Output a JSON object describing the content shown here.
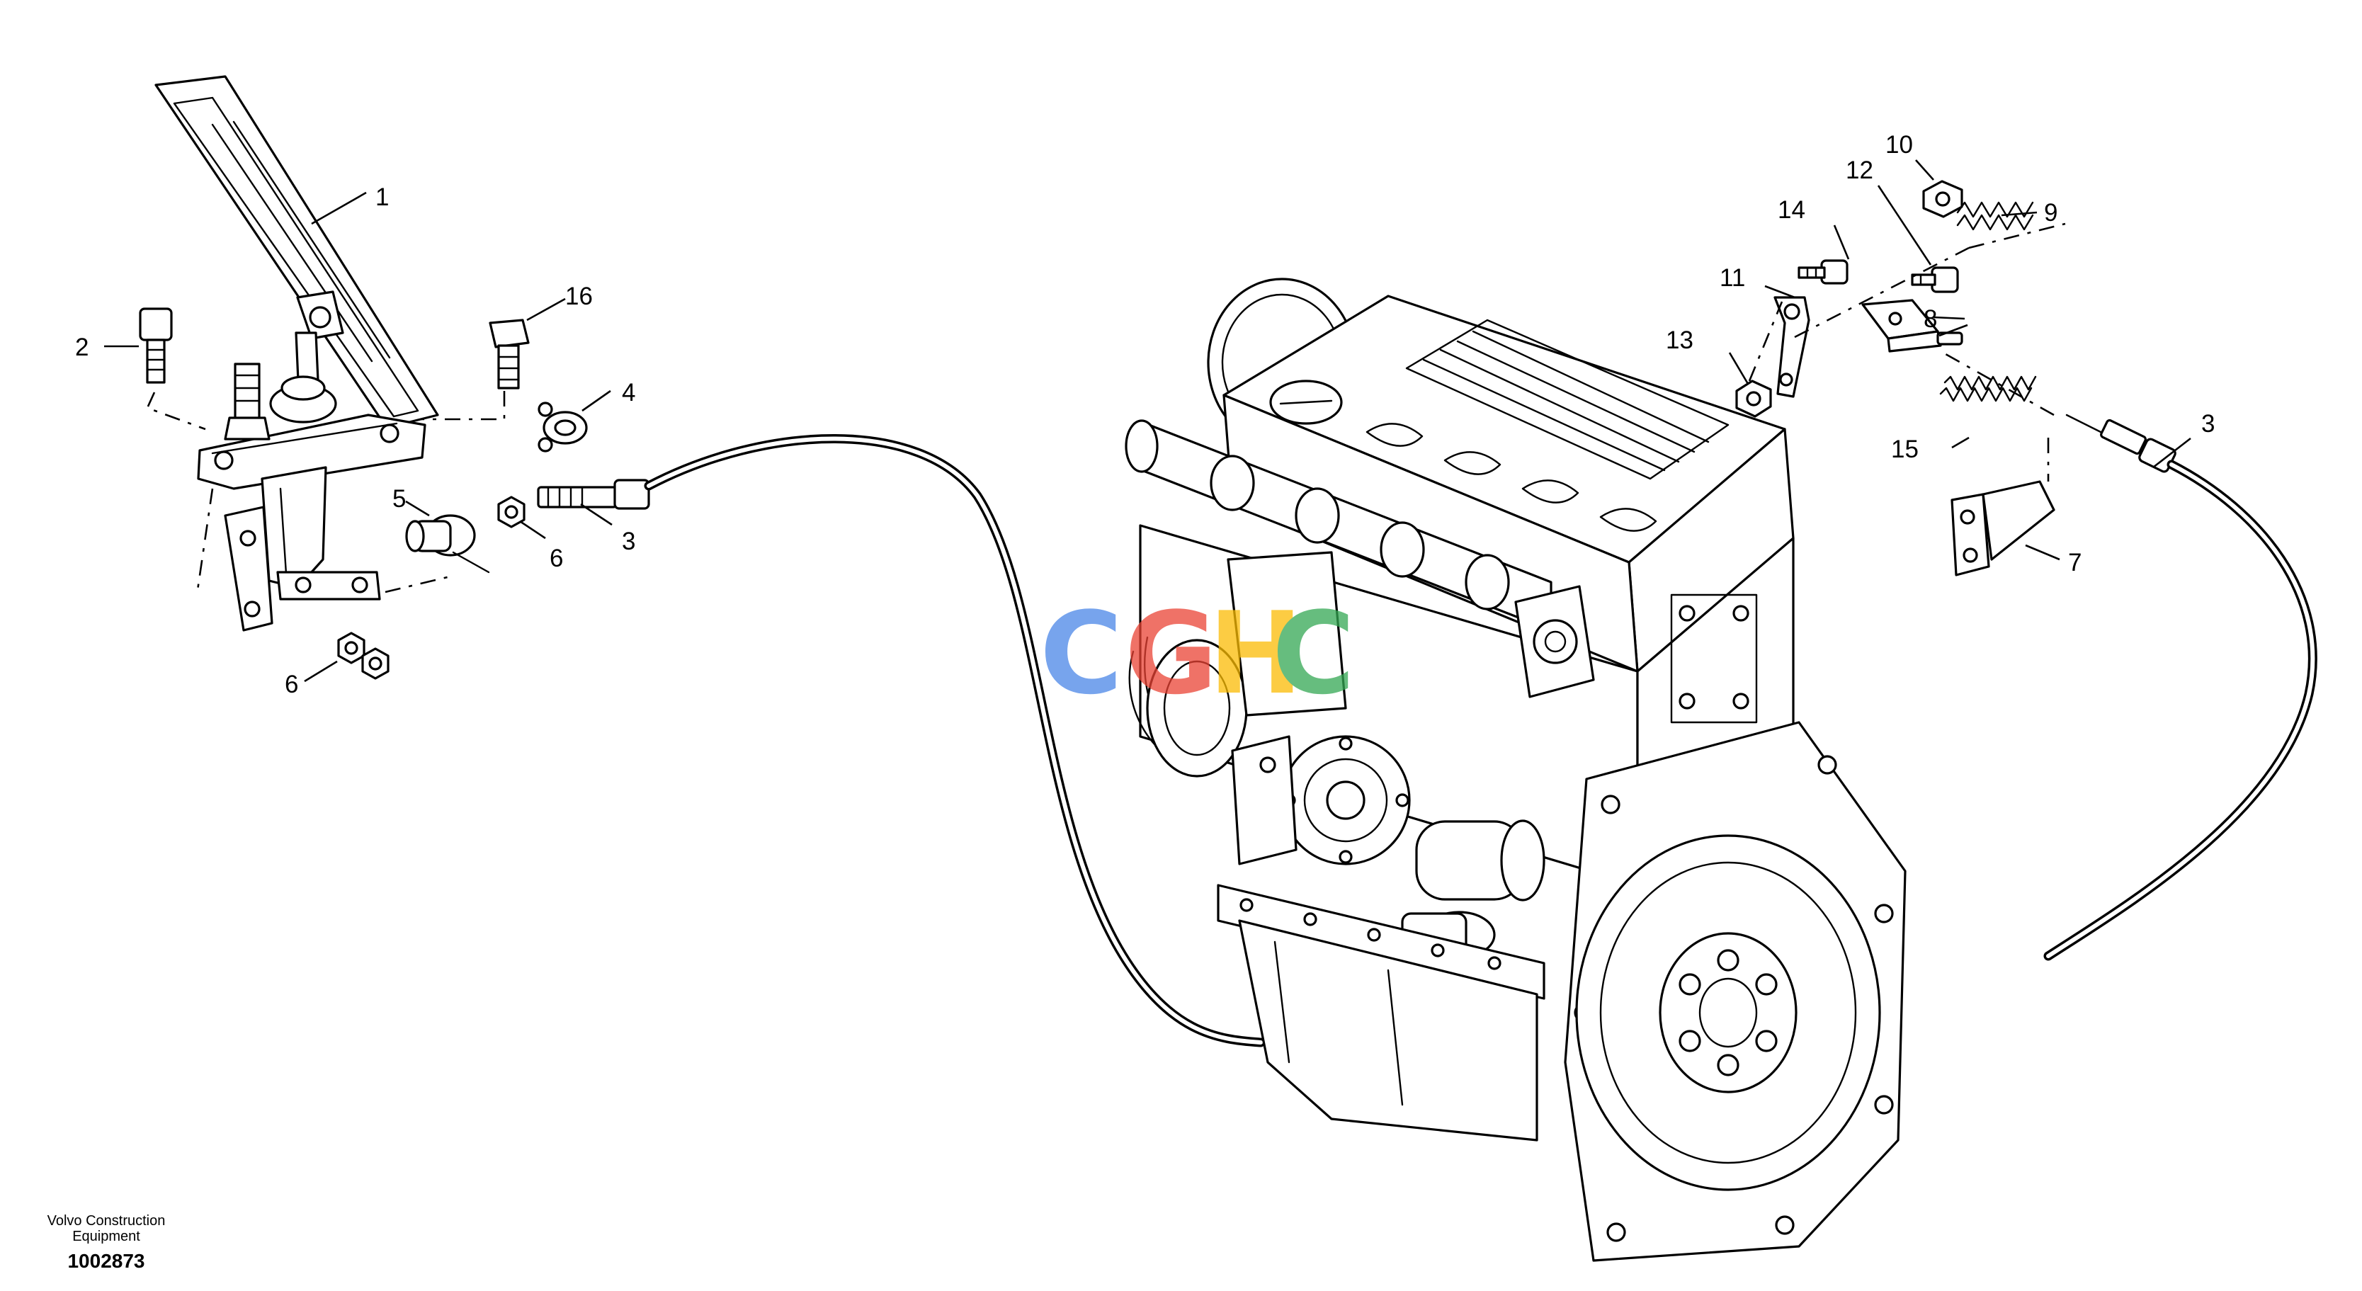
{
  "callouts": {
    "c1": "1",
    "c2": "2",
    "c3a": "3",
    "c3b": "3",
    "c4": "4",
    "c5": "5",
    "c6a": "6",
    "c6b": "6",
    "c7": "7",
    "c8": "8",
    "c9": "9",
    "c10": "10",
    "c11": "11",
    "c12": "12",
    "c13": "13",
    "c14": "14",
    "c15": "15",
    "c16": "16"
  },
  "footer": {
    "caption_line1": "Volvo Construction",
    "caption_line2": "Equipment",
    "figure_number": "1002873"
  },
  "watermark": {
    "letters": [
      "C",
      "G",
      "H",
      "C"
    ],
    "colors": [
      "#4a86e8",
      "#ea4335",
      "#fbbc05",
      "#34a853"
    ]
  },
  "colors": {
    "line": "#000000",
    "background": "#ffffff"
  }
}
